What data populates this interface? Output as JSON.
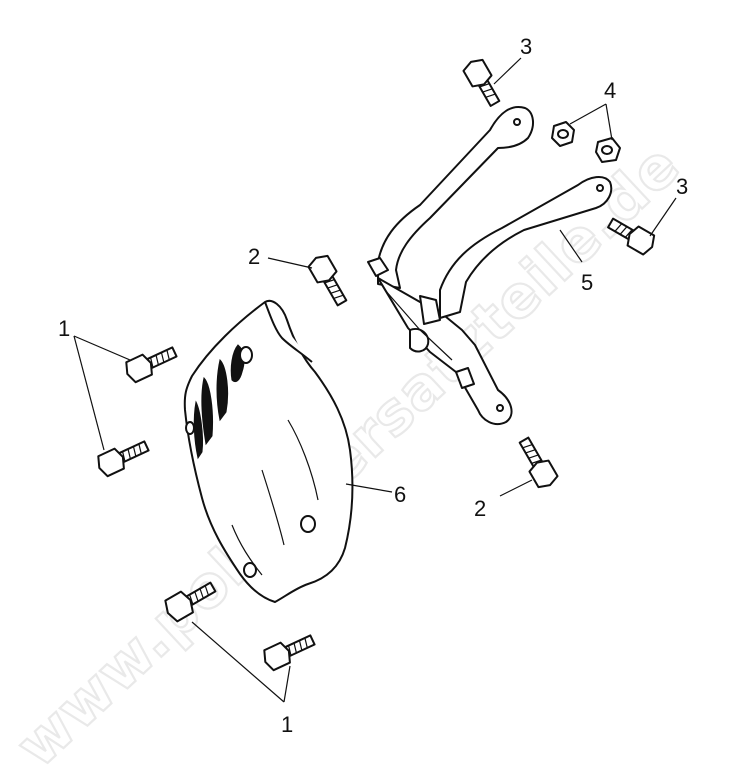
{
  "watermark": "www.polarisersatzteile.de",
  "callouts": {
    "c1_top": "1",
    "c1_bottom": "1",
    "c2_left": "2",
    "c2_right": "2",
    "c3_top": "3",
    "c3_right": "3",
    "c4": "4",
    "c5": "5",
    "c6": "6"
  }
}
